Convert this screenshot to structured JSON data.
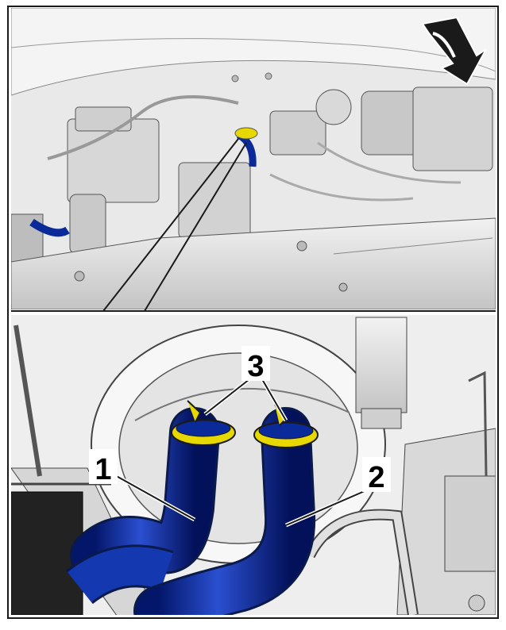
{
  "figure": {
    "callouts": [
      {
        "id": "hose-1",
        "label": "1"
      },
      {
        "id": "hose-2",
        "label": "2"
      },
      {
        "id": "clamps",
        "label": "3"
      }
    ],
    "orientation_icon": "vehicle-direction-arrow-icon",
    "colors": {
      "hose": "#0a2a9a",
      "clamp": "#e6d800",
      "metal_light": "#e8e8e8",
      "metal_mid": "#b8b8b8",
      "outline": "#1a1a1a"
    }
  }
}
